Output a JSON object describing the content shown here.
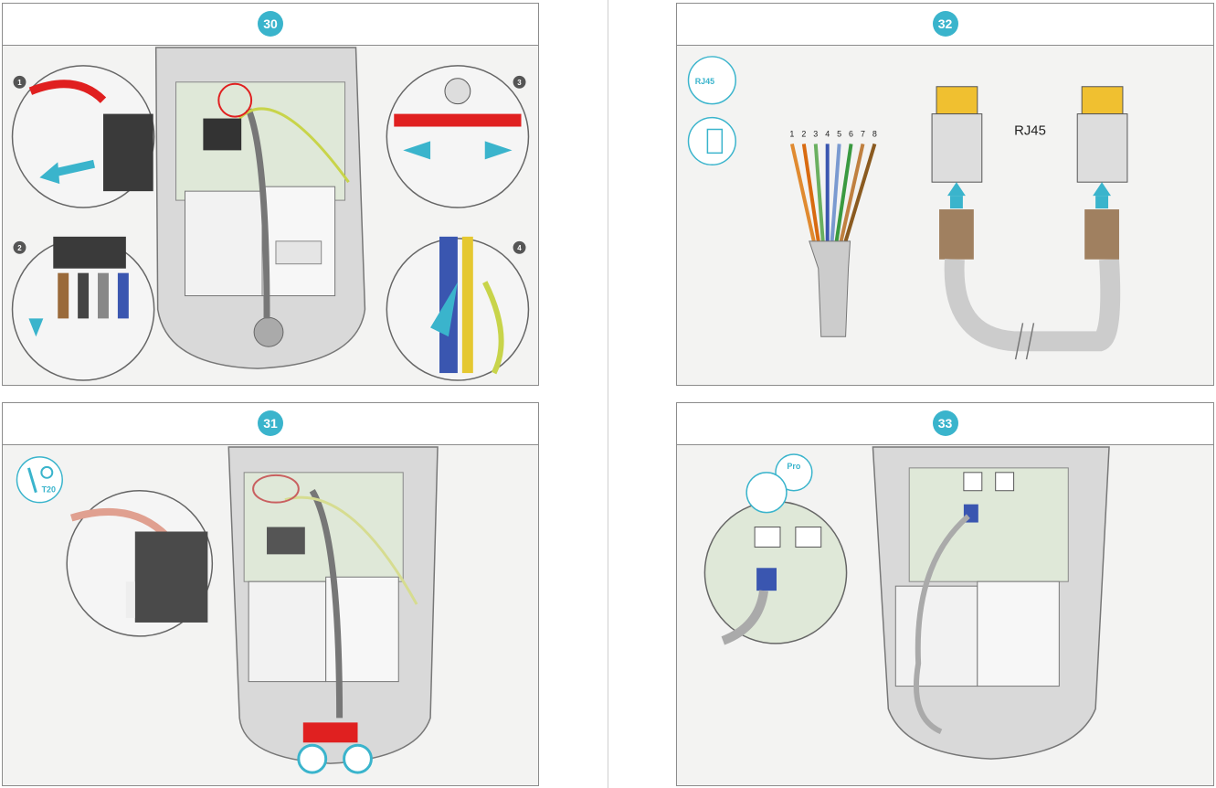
{
  "panels": [
    {
      "step": "30",
      "callouts": [
        "1",
        "2",
        "3",
        "4"
      ]
    },
    {
      "step": "31",
      "tool_label": "T20"
    },
    {
      "step": "32",
      "icon_label": "RJ45",
      "connector_label": "RJ45",
      "wire_numbers": [
        "1",
        "2",
        "3",
        "4",
        "5",
        "6",
        "7",
        "8"
      ]
    },
    {
      "step": "33",
      "pro_label": "Pro"
    }
  ],
  "colors": {
    "accent": "#3ab4cc",
    "board": "#dfe8d8",
    "housing": "#d9d9d9",
    "red_wire": "#e02020",
    "ground": "#c8d44a"
  },
  "icons": [
    "screwdriver-icon",
    "rj45-icon",
    "phone-icon",
    "expert-icon",
    "rotate-icon",
    "arrow-icon"
  ]
}
